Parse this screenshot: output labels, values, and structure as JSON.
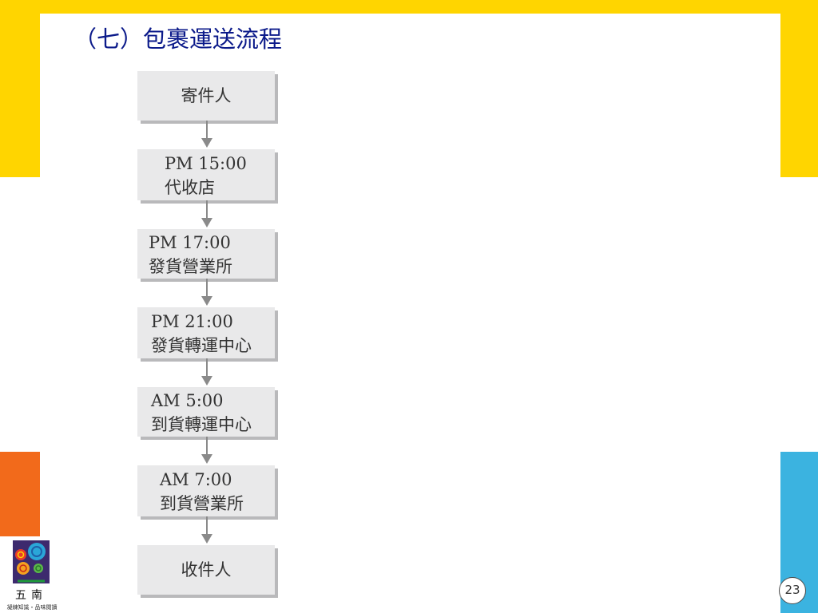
{
  "title": "（七）包裹運送流程",
  "flow": [
    {
      "lines": [
        "寄件人"
      ]
    },
    {
      "lines": [
        "PM 15:00",
        "代收店"
      ]
    },
    {
      "lines": [
        "PM 17:00",
        "發貨營業所"
      ]
    },
    {
      "lines": [
        "PM 21:00",
        "發貨轉運中心"
      ]
    },
    {
      "lines": [
        "AM 5:00",
        "到貨轉運中心"
      ]
    },
    {
      "lines": [
        "AM 7:00",
        "到貨營業所"
      ]
    },
    {
      "lines": [
        "收件人"
      ]
    }
  ],
  "logo": {
    "name": "五南",
    "slogan": "凝練知識・品味閱讀"
  },
  "page_number": "23",
  "colors": {
    "yellow": "#ffd500",
    "orange": "#f26a1b",
    "blue": "#3bb3e0",
    "dark_blue": "#2a8ab8",
    "title": "#0b1a8a"
  }
}
